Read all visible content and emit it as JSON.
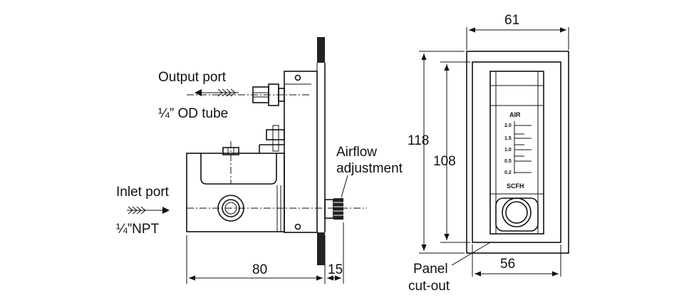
{
  "side_view": {
    "output_port_label": "Output port",
    "output_port_spec": "¼” OD tube",
    "inlet_port_label": "Inlet port",
    "inlet_port_spec": "¼”NPT",
    "airflow_label_line1": "Airflow",
    "airflow_label_line2": "adjustment",
    "dim_depth": "80",
    "dim_panel": "15"
  },
  "front_view": {
    "dim_width_outer": "61",
    "dim_height_outer": "118",
    "dim_height_cutout": "108",
    "dim_width_cutout": "56",
    "scale_header": "AIR",
    "scale_ticks": [
      "2.0",
      "1.5",
      "1.0",
      "0.5",
      "0.2"
    ],
    "scale_unit": "SCFH",
    "panel_label_line1": "Panel",
    "panel_label_line2": "cut-out"
  }
}
